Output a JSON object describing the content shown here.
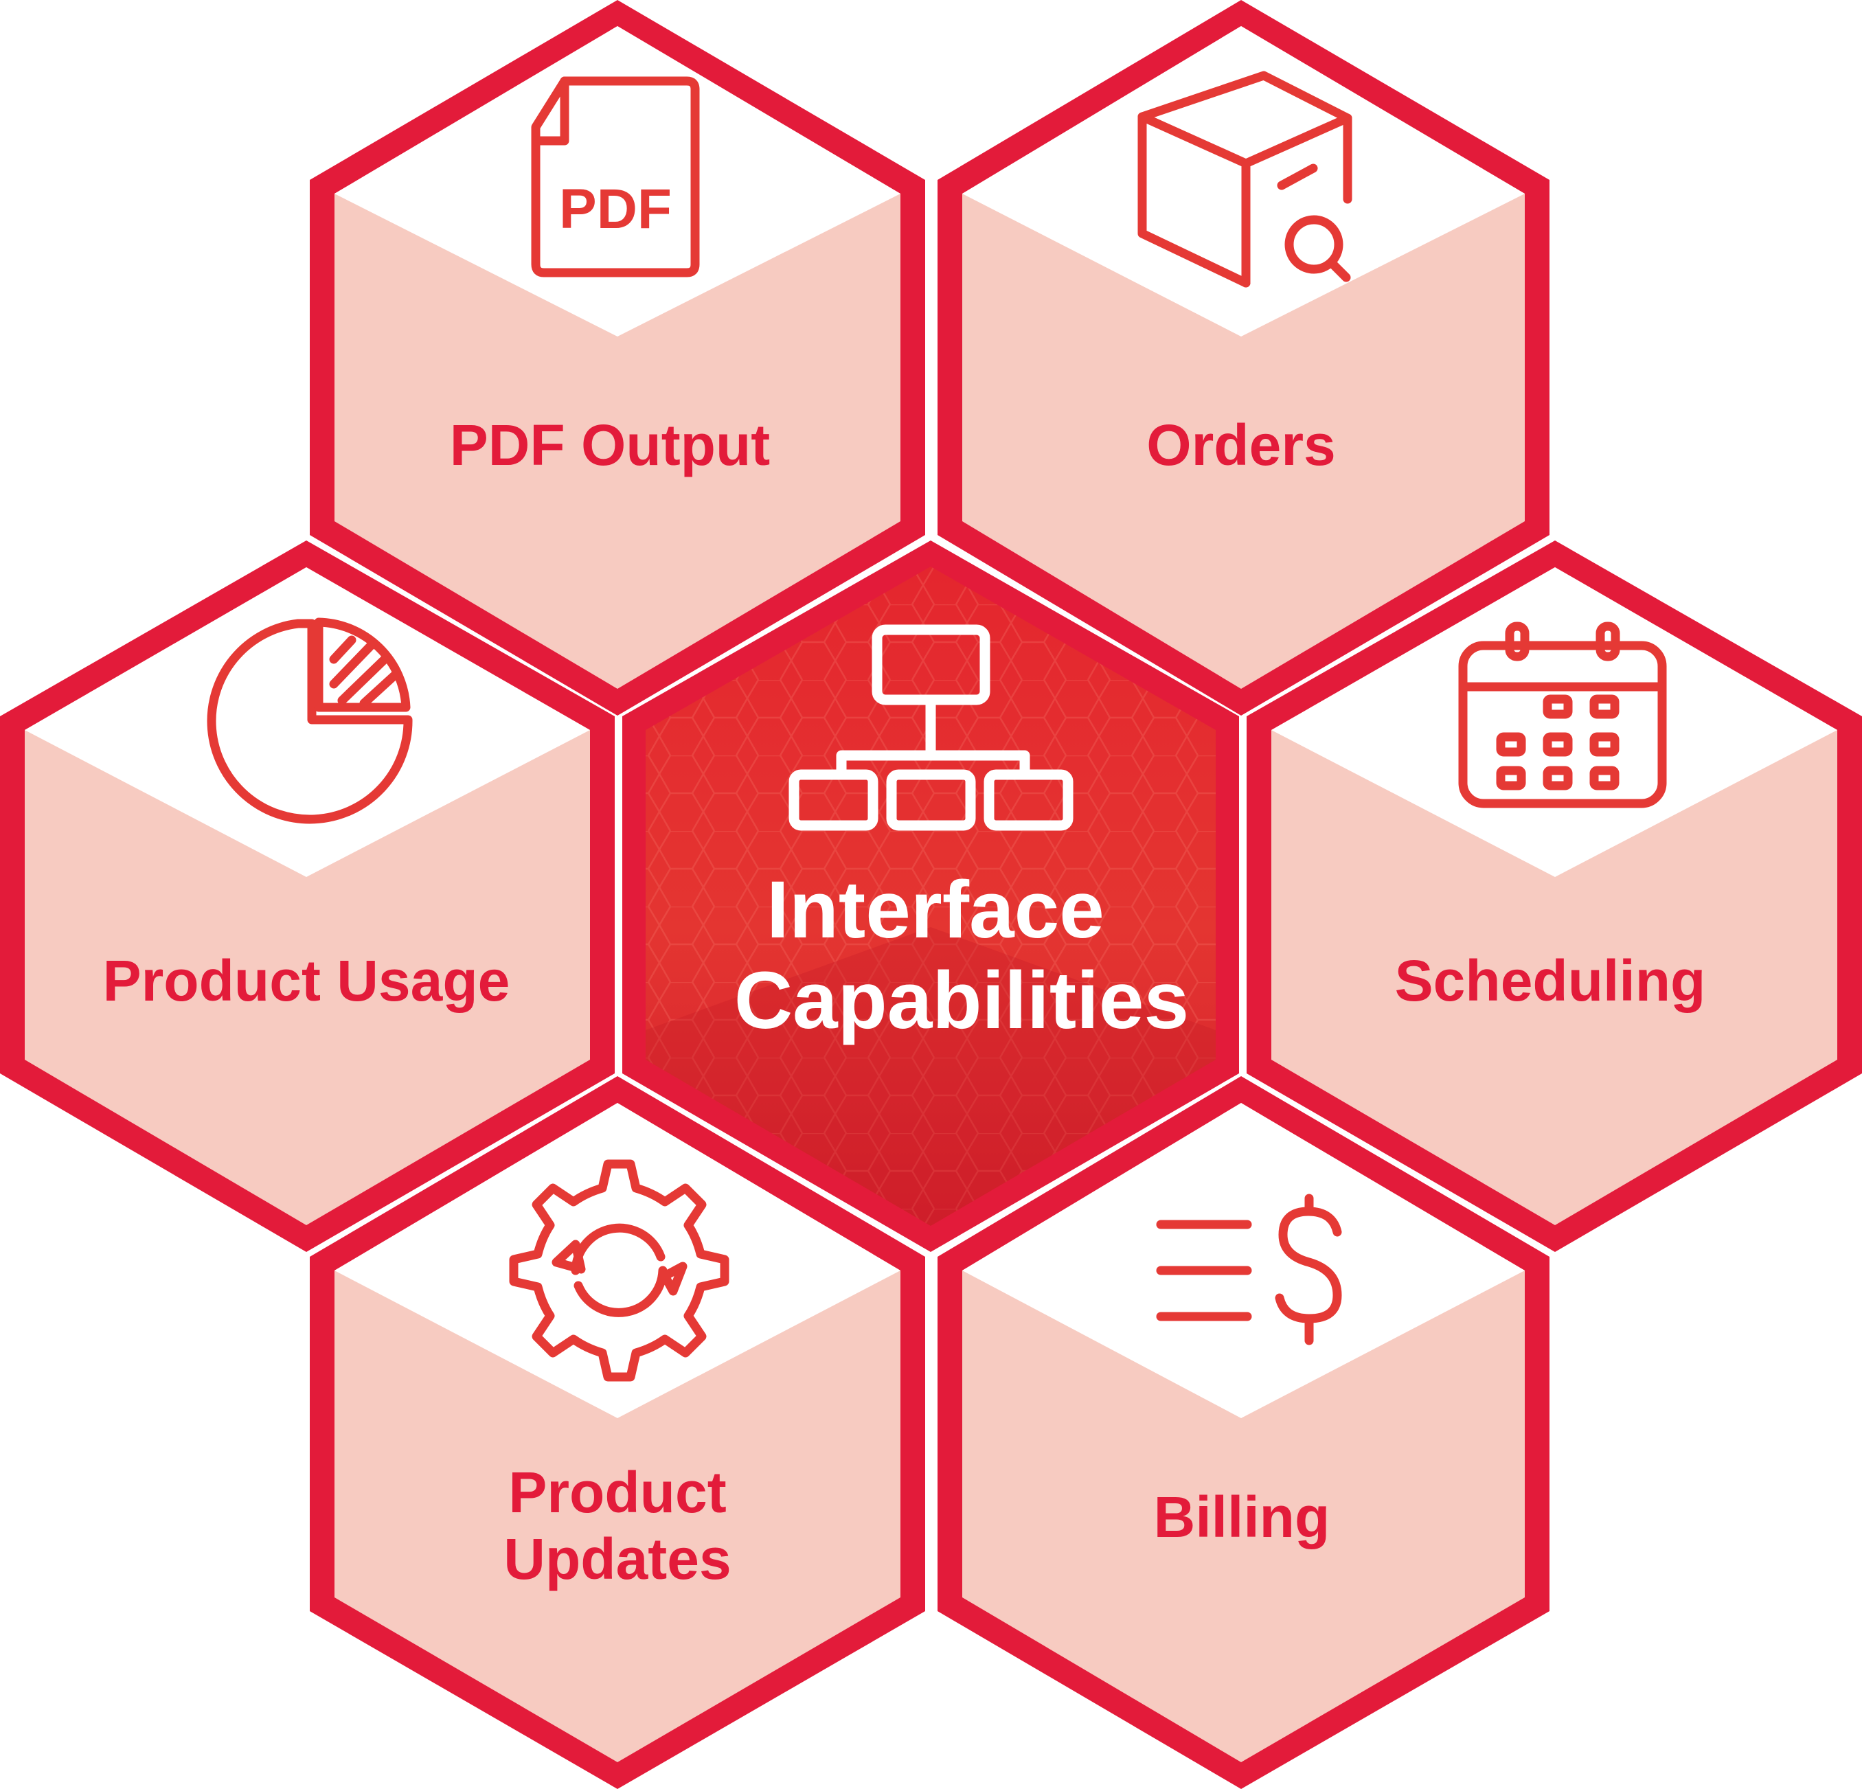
{
  "center": {
    "title_line1": "Interface",
    "title_line2": "Capabilities",
    "icon": "network-hierarchy-icon"
  },
  "capabilities": [
    {
      "id": "pdf-output",
      "label_lines": [
        "PDF Output"
      ],
      "icon": "pdf-document-icon",
      "icon_text": "PDF"
    },
    {
      "id": "orders",
      "label_lines": [
        "Orders"
      ],
      "icon": "box-search-icon"
    },
    {
      "id": "product-usage",
      "label_lines": [
        "Product Usage"
      ],
      "icon": "pie-chart-icon"
    },
    {
      "id": "scheduling",
      "label_lines": [
        "Scheduling"
      ],
      "icon": "calendar-icon"
    },
    {
      "id": "product-updates",
      "label_lines": [
        "Product",
        "Updates"
      ],
      "icon": "gear-refresh-icon"
    },
    {
      "id": "billing",
      "label_lines": [
        "Billing"
      ],
      "icon": "billing-dollar-icon"
    }
  ],
  "colors": {
    "frame": "#e31b3a",
    "label": "#e31b3a",
    "icon": "#e53935",
    "panel_light": "#f7cbc1",
    "panel_white": "#ffffff",
    "center_fill": "#e0262e"
  }
}
